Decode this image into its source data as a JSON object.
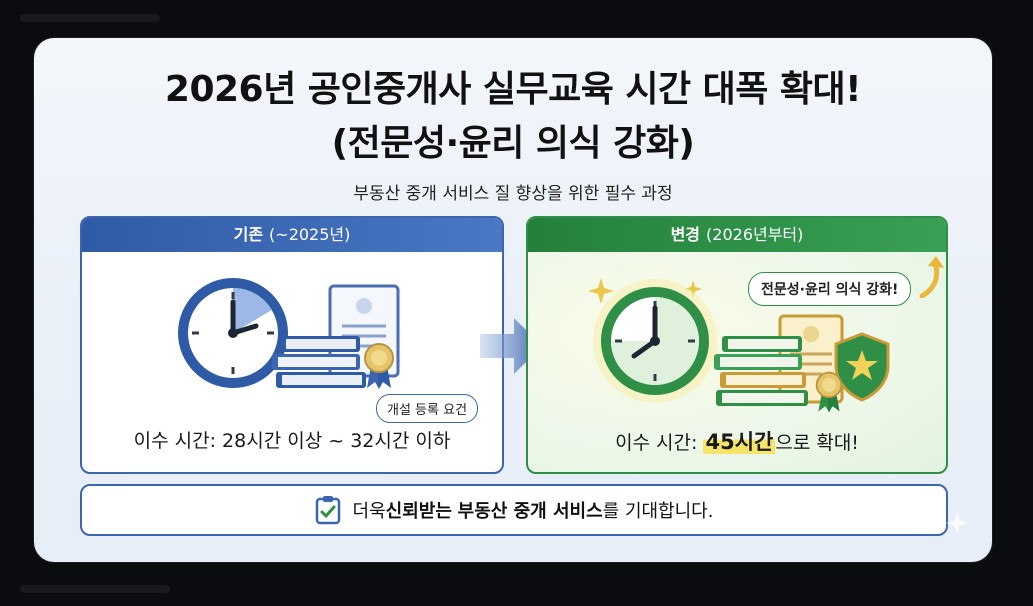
{
  "title_line1": "2026년 공인중개사 실무교육 시간 대폭 확대!",
  "title_line2": "(전문성·윤리 의식 강화)",
  "subtitle": "부동산 중개 서비스 질 향상을 위한 필수 과정",
  "before": {
    "head_bold": "기존",
    "head_rest": "(~2025년)",
    "bubble": "개설 등록 요건",
    "hours": "이수 시간: 28시간 이상 ~ 32시간 이하"
  },
  "after": {
    "head_bold": "변경",
    "head_rest": "(2026년부터)",
    "bubble": "전문성·윤리 의식 강화!",
    "hours_prefix": "이수 시간: ",
    "hours_highlight": "45시간",
    "hours_suffix": "으로 확대!"
  },
  "bottom": {
    "pre": "더욱 ",
    "bold1": "신뢰받는",
    "mid": " ",
    "bold2": "부동산 중개 서비스",
    "post": "를 기대합니다."
  },
  "colors": {
    "before_accent": "#3d66b0",
    "after_accent": "#2f8f47",
    "highlight": "#f6e36a"
  },
  "icons": [
    "clock-icon",
    "certificate-icon",
    "books-icon",
    "ribbon-icon",
    "shield-star-icon",
    "arrow-right-icon",
    "sparkle-icon",
    "clipboard-check-icon",
    "curved-arrow-up-icon"
  ]
}
